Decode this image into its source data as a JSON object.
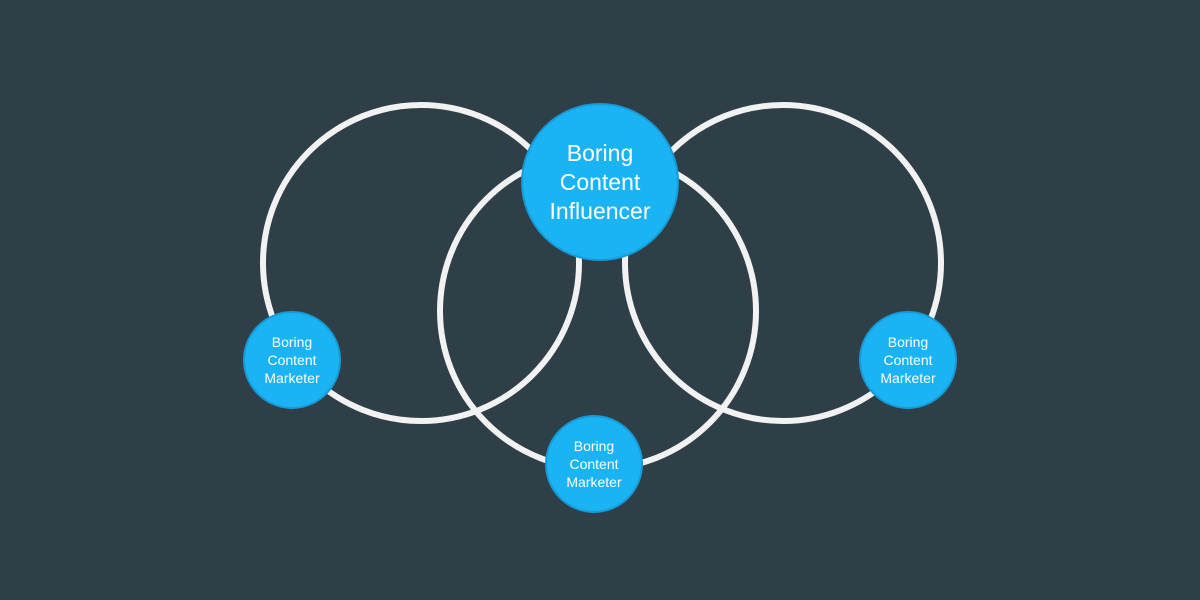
{
  "diagram": {
    "background_color": "#2e3f48",
    "ring_color": "#f2f2f2",
    "node_color": "#1ab4f5",
    "center_node": {
      "lines": [
        "Boring",
        "Content",
        "Influencer"
      ]
    },
    "outer_nodes": [
      {
        "lines": [
          "Boring",
          "Content",
          "Marketer"
        ]
      },
      {
        "lines": [
          "Boring",
          "Content",
          "Marketer"
        ]
      },
      {
        "lines": [
          "Boring",
          "Content",
          "Marketer"
        ]
      }
    ]
  }
}
